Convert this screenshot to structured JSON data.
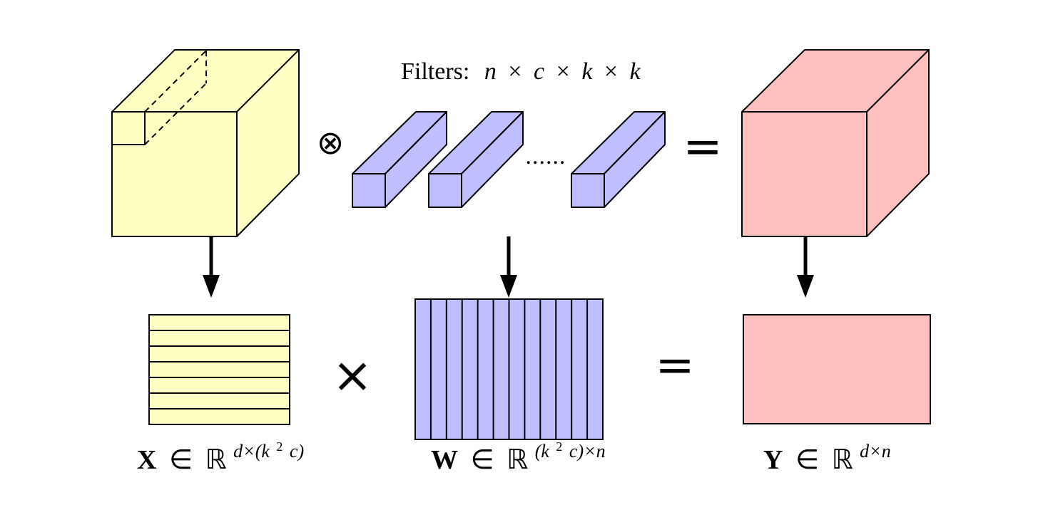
{
  "colors": {
    "input_fill": "#ffffc3",
    "filter_fill": "#bfbfff",
    "output_fill": "#ffc0c0",
    "stroke": "#000000"
  },
  "operators": {
    "conv": "⊗",
    "dots": "......",
    "equals": "=",
    "times": "×"
  },
  "filters_label": {
    "word": "Filters:",
    "n": "n",
    "c": "c",
    "k1": "k",
    "k2": "k",
    "times": "×"
  },
  "matrix_x": {
    "symbol": "X",
    "in": "∈",
    "field": "ℝ",
    "exp_pre": "d×(k",
    "exp_sq": "2",
    "exp_post": "c)",
    "row_count": 7
  },
  "matrix_w": {
    "symbol": "W",
    "in": "∈",
    "field": "ℝ",
    "exp_pre": "(k",
    "exp_sq": "2",
    "exp_post": "c)×n",
    "column_count": 12
  },
  "matrix_y": {
    "symbol": "Y",
    "in": "∈",
    "field": "ℝ",
    "exp": "d×n"
  }
}
